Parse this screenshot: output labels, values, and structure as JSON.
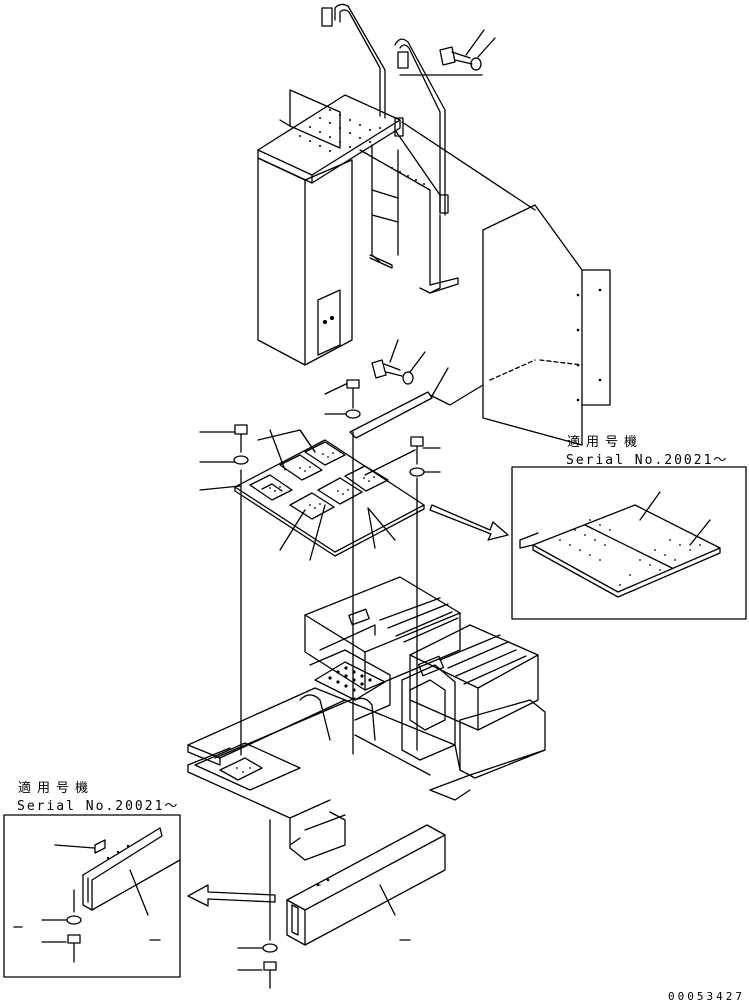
{
  "inset_upper": {
    "applicable_label": "適用号機",
    "serial_label": "Serial No.20021～"
  },
  "inset_lower": {
    "applicable_label": "適用号機",
    "serial_label": "Serial No.20021～"
  },
  "drawing_number": "00053427"
}
